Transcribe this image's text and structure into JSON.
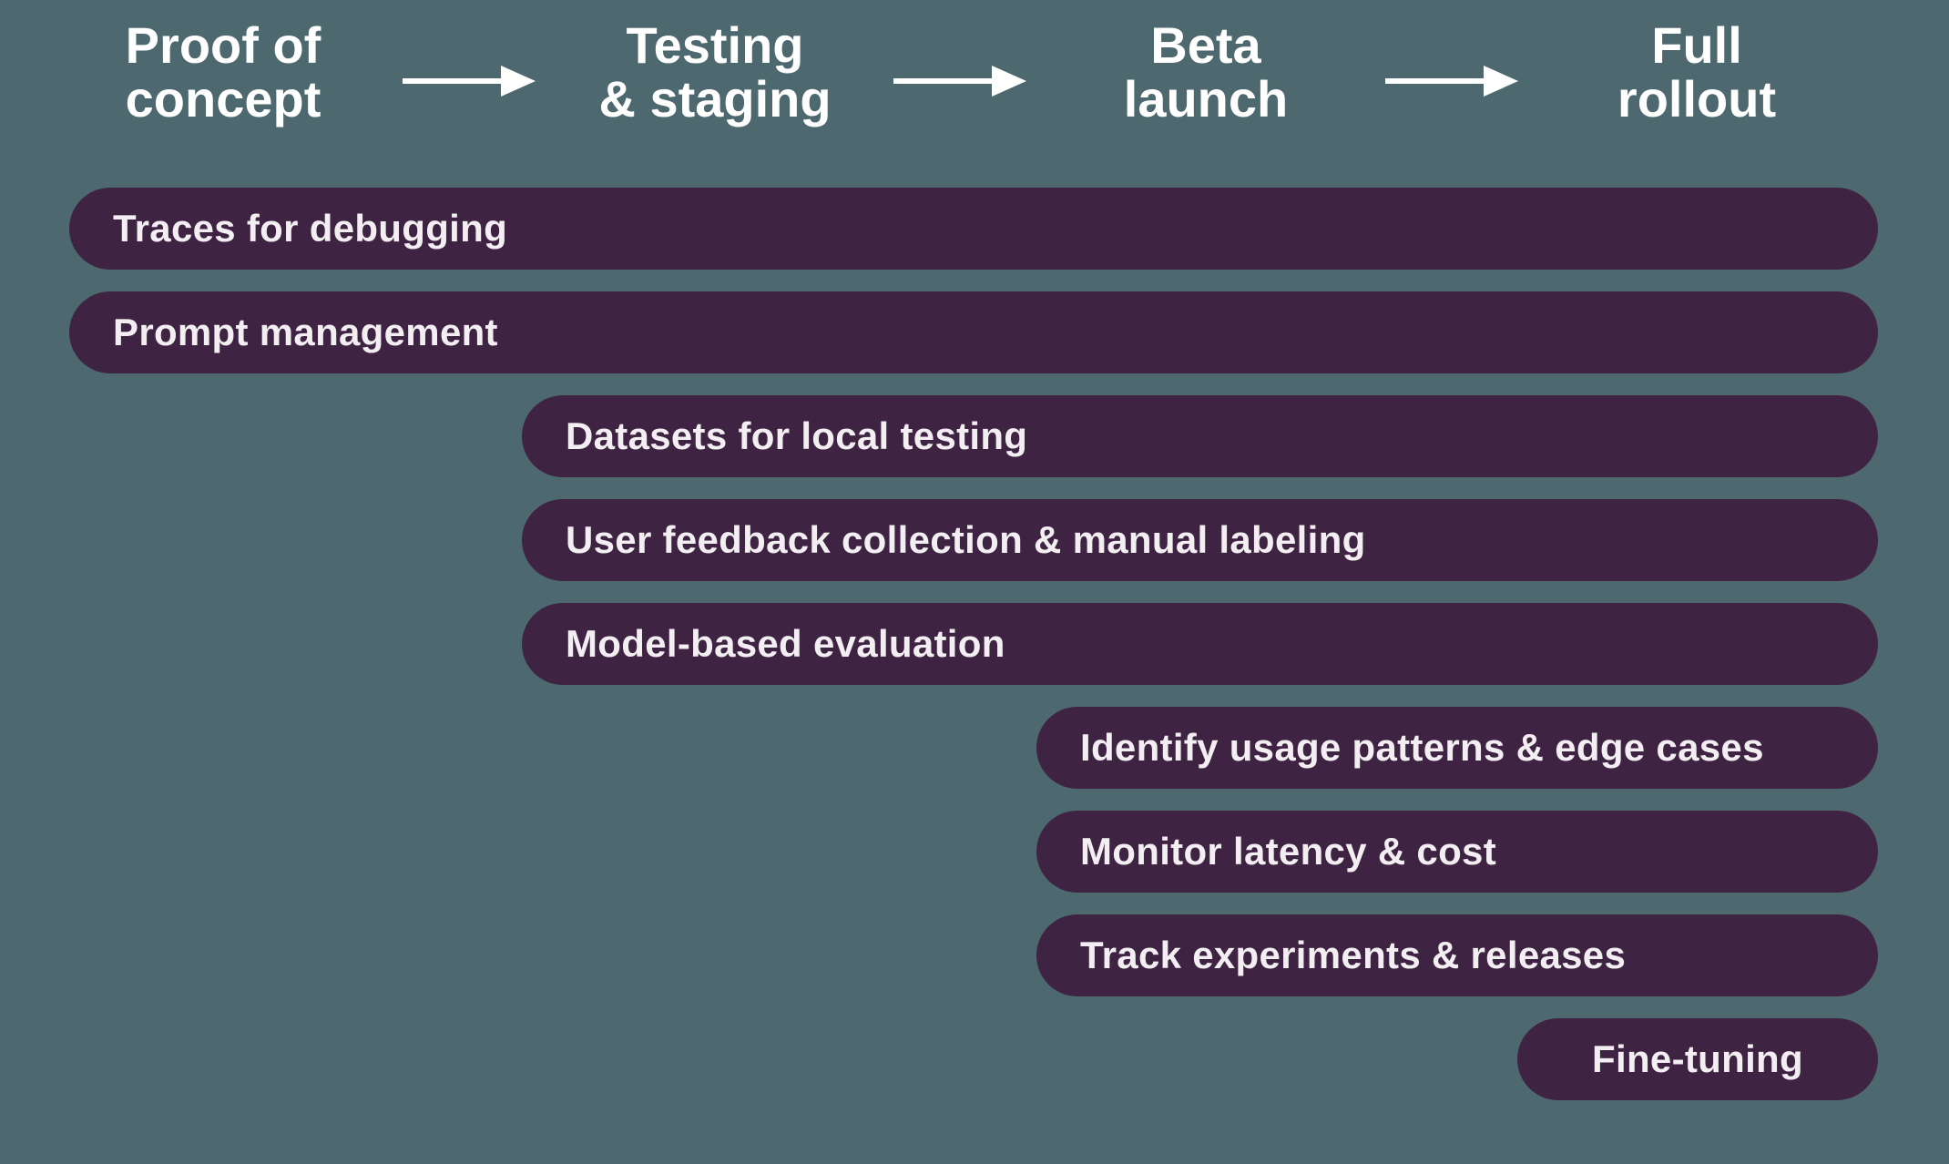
{
  "colors": {
    "background": "#4d686e",
    "bar": "#3f2342",
    "bar_text": "#f2eef2",
    "header_text": "#ffffff"
  },
  "stages": [
    {
      "line1": "Proof of",
      "line2": "concept"
    },
    {
      "line1": "Testing",
      "line2": "& staging"
    },
    {
      "line1": "Beta",
      "line2": "launch"
    },
    {
      "line1": "Full",
      "line2": "rollout"
    }
  ],
  "arrows": [
    {
      "icon": "arrow-right-icon",
      "between": "proof-of-concept -> testing-staging"
    },
    {
      "icon": "arrow-right-icon",
      "between": "testing-staging -> beta-launch"
    },
    {
      "icon": "arrow-right-icon",
      "between": "beta-launch -> full-rollout"
    }
  ],
  "bars": [
    {
      "label": "Traces for debugging",
      "starts_at_stage": "Proof of concept"
    },
    {
      "label": "Prompt management",
      "starts_at_stage": "Proof of concept"
    },
    {
      "label": "Datasets for local testing",
      "starts_at_stage": "Testing & staging"
    },
    {
      "label": "User feedback collection & manual labeling",
      "starts_at_stage": "Testing & staging"
    },
    {
      "label": "Model-based evaluation",
      "starts_at_stage": "Testing & staging"
    },
    {
      "label": "Identify usage patterns & edge cases",
      "starts_at_stage": "Beta launch"
    },
    {
      "label": "Monitor latency & cost",
      "starts_at_stage": "Beta launch"
    },
    {
      "label": "Track experiments & releases",
      "starts_at_stage": "Beta launch"
    },
    {
      "label": "Fine-tuning",
      "starts_at_stage": "Full rollout"
    }
  ]
}
